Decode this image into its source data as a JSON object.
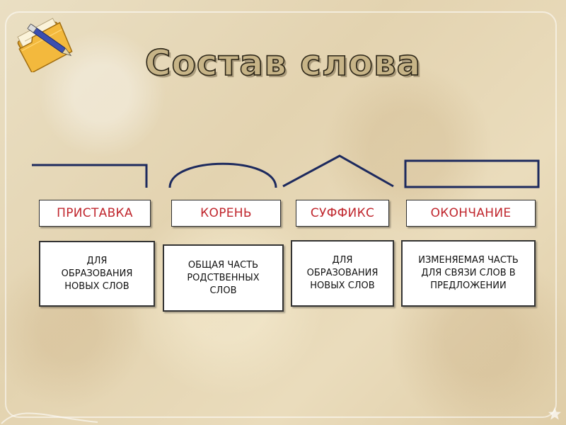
{
  "title": "Состав слова",
  "parts": [
    {
      "name": "ПРИСТАВКА",
      "description": "ДЛЯ\nОБРАЗОВАНИЯ\nНОВЫХ СЛОВ",
      "symbol": "prefix-bracket"
    },
    {
      "name": "КОРЕНЬ",
      "description": "ОБЩАЯ ЧАСТЬ\nРОДСТВЕННЫХ\nСЛОВ",
      "symbol": "root-arc"
    },
    {
      "name": "СУФФИКС",
      "description": "ДЛЯ\nОБРАЗОВАНИЯ\nНОВЫХ СЛОВ",
      "symbol": "suffix-caret"
    },
    {
      "name": "ОКОНЧАНИЕ",
      "description": "ИЗМЕНЯЕМАЯ ЧАСТЬ\nДЛЯ СВЯЗИ СЛОВ В\nПРЕДЛОЖЕНИИ",
      "symbol": "ending-box"
    }
  ],
  "colors": {
    "label_text": "#c0262d",
    "symbol_stroke": "#1d2a5e",
    "title_fill": "#c7b487"
  },
  "icons": {
    "top_left": "folder-with-pen-icon"
  }
}
